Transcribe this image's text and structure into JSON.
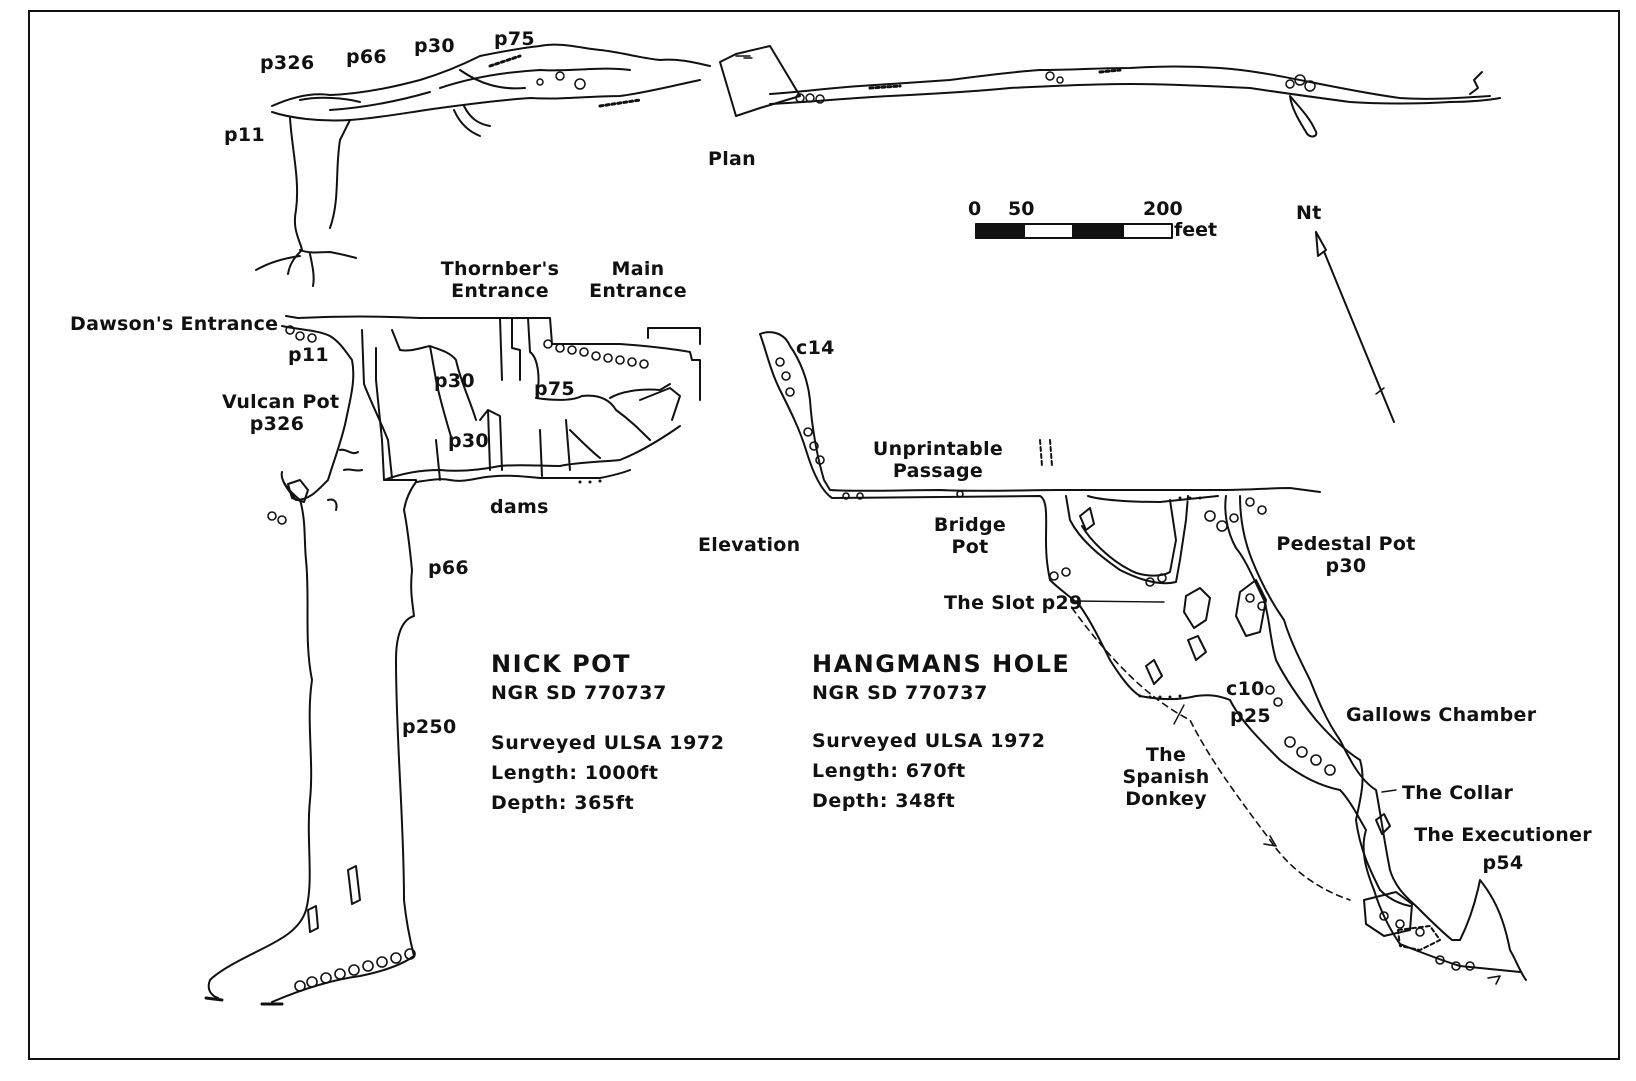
{
  "plan": {
    "title": "Plan",
    "labels": {
      "p326": "p326",
      "p66": "p66",
      "p30": "p30",
      "p75": "p75",
      "p11": "p11"
    }
  },
  "scale": {
    "n0": "0",
    "n50": "50",
    "n200": "200",
    "unit": "feet"
  },
  "north": "Nt",
  "elevation": {
    "title": "Elevation",
    "entrances": {
      "dawson": "Dawson's Entrance",
      "thornber": [
        "Thornber's",
        "Entrance"
      ],
      "main": [
        "Main",
        "Entrance"
      ]
    },
    "pitches": {
      "p11": "p11",
      "vulcan": [
        "Vulcan Pot",
        "p326"
      ],
      "p30a": "p30",
      "p30b": "p30",
      "p75": "p75",
      "dams": "dams",
      "p66": "p66",
      "p250": "p250",
      "c14": "c14"
    },
    "hangmans": {
      "unprintable": [
        "Unprintable",
        "Passage"
      ],
      "bridge": [
        "Bridge",
        "Pot"
      ],
      "pedestal": [
        "Pedestal  Pot",
        "p30"
      ],
      "slot": "The  Slot p29",
      "c10": "c10",
      "p25": "p25",
      "gallows": "Gallows Chamber",
      "spanish": [
        "The",
        "Spanish",
        "Donkey"
      ],
      "collar": "The Collar",
      "executioner": [
        "The Executioner",
        "p54"
      ]
    }
  },
  "nick_pot": {
    "name": "NICK  POT",
    "ngr": "NGR  SD  770737",
    "surveyed": "Surveyed  ULSA 1972",
    "length": "Length:  1000ft",
    "depth": "Depth:  365ft"
  },
  "hangmans_hole": {
    "name": "HANGMANS  HOLE",
    "ngr": "NGR  SD  770737",
    "surveyed": "Surveyed  ULSA  1972",
    "length": "Length:  670ft",
    "depth": "Depth:  348ft"
  }
}
